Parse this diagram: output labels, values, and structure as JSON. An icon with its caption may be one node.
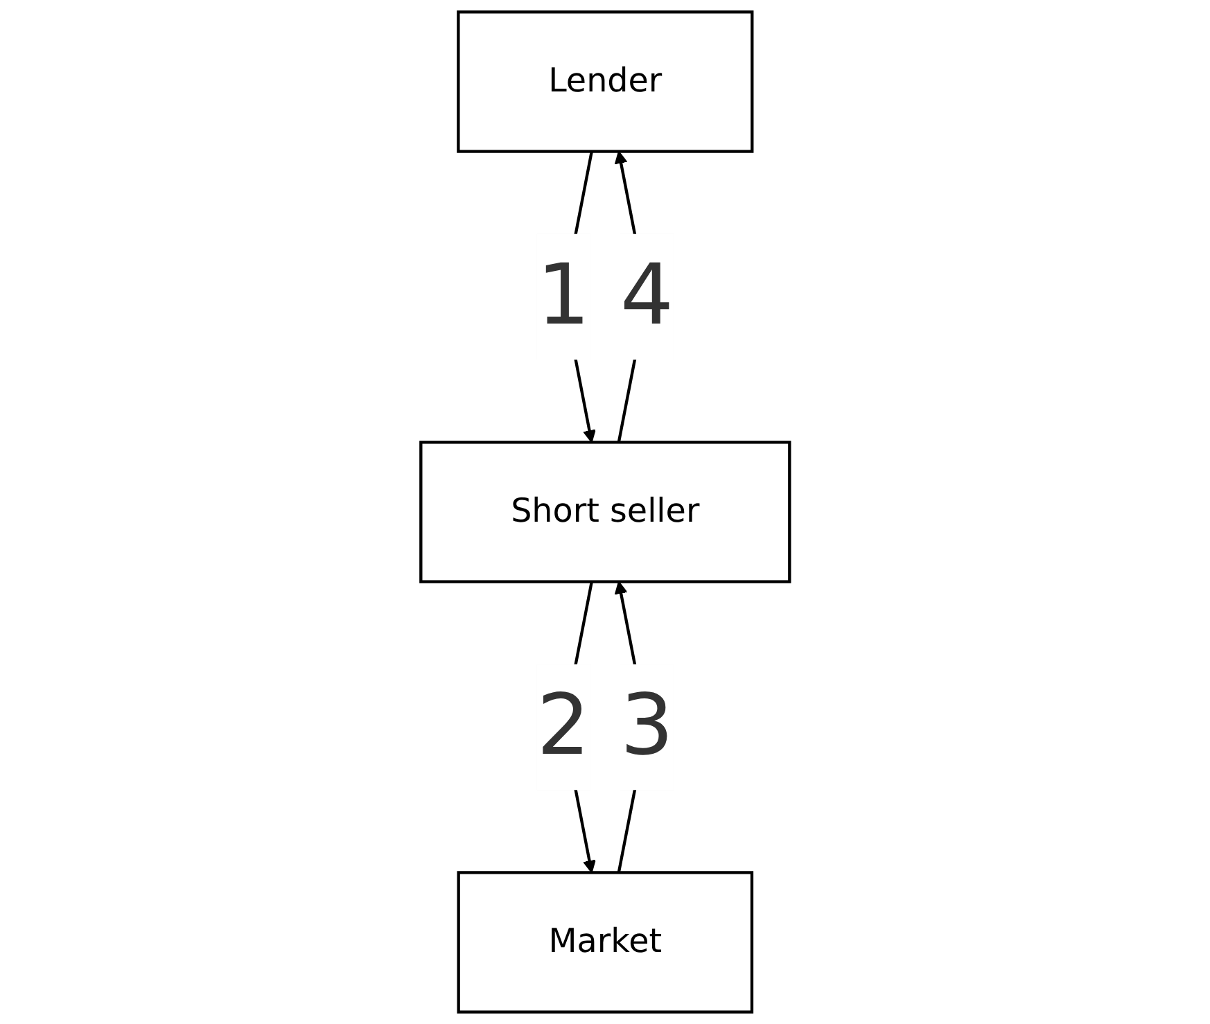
{
  "diagram": {
    "nodes": [
      {
        "text": [
          "Lender"
        ]
      },
      {
        "text": [
          "Short seller"
        ]
      },
      {
        "text": [
          "Market"
        ]
      }
    ],
    "edges": [
      {
        "from": 0,
        "to": 1,
        "arrow": "to",
        "label": "1"
      },
      {
        "from": 1,
        "to": 2,
        "arrow": "to",
        "label": "2"
      },
      {
        "from": 2,
        "to": 1,
        "arrow": "to",
        "label": "3"
      },
      {
        "from": 1,
        "to": 0,
        "arrow": "to",
        "label": "4"
      }
    ]
  }
}
